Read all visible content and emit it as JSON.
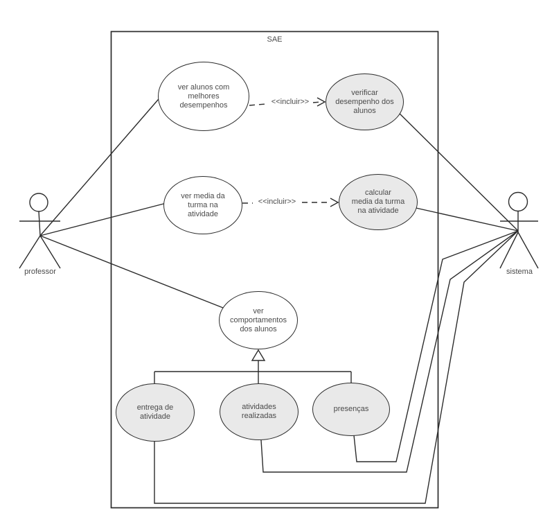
{
  "diagram": {
    "system": {
      "title": "SAE"
    },
    "actors": {
      "professor": {
        "label": "professor"
      },
      "sistema": {
        "label": "sistema"
      }
    },
    "use_cases": {
      "ver_alunos": {
        "label": "ver alunos com\nmelhores\ndesempenhos",
        "fill": "white"
      },
      "verificar_desempenho": {
        "label": "verificar\ndesempenho dos\nalunos",
        "fill": "gray"
      },
      "ver_media": {
        "label": "ver media da\nturma na\natividade",
        "fill": "white"
      },
      "calcular_media": {
        "label": "calcular\nmedia da turma\nna atividade",
        "fill": "gray"
      },
      "ver_comportamentos": {
        "label": "ver\ncomportamentos\ndos alunos",
        "fill": "white"
      },
      "entrega_atividade": {
        "label": "entrega de\natividade",
        "fill": "gray"
      },
      "atividades_realizadas": {
        "label": "atividades\nrealizadas",
        "fill": "gray"
      },
      "presencas": {
        "label": "presenças",
        "fill": "gray"
      }
    },
    "relationships": {
      "include_1": {
        "label": "<<incluir>>"
      },
      "include_2": {
        "label": "<<incluir>>"
      }
    },
    "colors": {
      "white": "#ffffff",
      "gray": "#e9e9e9",
      "stroke": "#2b2b2b",
      "text": "#4a4a4a",
      "background": "#ffffff"
    }
  }
}
